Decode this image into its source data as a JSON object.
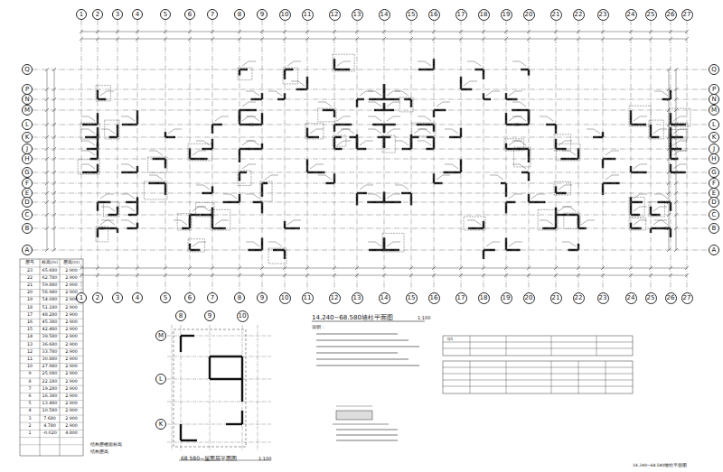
{
  "diagram": {
    "nodes": [
      {
        "text": [
          "1"
        ]
      },
      {
        "text": [
          "2"
        ]
      },
      {
        "text": [
          "3"
        ]
      },
      {
        "text": [
          "4"
        ]
      },
      {
        "text": [
          "5"
        ]
      },
      {
        "text": [
          "6"
        ]
      },
      {
        "text": [
          "7"
        ]
      },
      {
        "text": [
          "8"
        ]
      },
      {
        "text": [
          "9"
        ]
      },
      {
        "text": [
          "10"
        ]
      },
      {
        "text": [
          "11"
        ]
      },
      {
        "text": [
          "12"
        ]
      },
      {
        "text": [
          "13"
        ]
      },
      {
        "text": [
          "14"
        ]
      },
      {
        "text": [
          "15"
        ]
      },
      {
        "text": [
          "16"
        ]
      },
      {
        "text": [
          "17"
        ]
      },
      {
        "text": [
          "18"
        ]
      },
      {
        "text": [
          "19"
        ]
      },
      {
        "text": [
          "20"
        ]
      },
      {
        "text": [
          "21"
        ]
      },
      {
        "text": [
          "22"
        ]
      },
      {
        "text": [
          "23"
        ]
      },
      {
        "text": [
          "24"
        ]
      },
      {
        "text": [
          "25"
        ]
      },
      {
        "text": [
          "26"
        ]
      },
      {
        "text": [
          "27"
        ]
      },
      {
        "text": [
          "1"
        ]
      },
      {
        "text": [
          "2"
        ]
      },
      {
        "text": [
          "3"
        ]
      },
      {
        "text": [
          "4"
        ]
      },
      {
        "text": [
          "5"
        ]
      },
      {
        "text": [
          "6"
        ]
      },
      {
        "text": [
          "7"
        ]
      },
      {
        "text": [
          "8"
        ]
      },
      {
        "text": [
          "9"
        ]
      },
      {
        "text": [
          "10"
        ]
      },
      {
        "text": [
          "11"
        ]
      },
      {
        "text": [
          "12"
        ]
      },
      {
        "text": [
          "13"
        ]
      },
      {
        "text": [
          "14"
        ]
      },
      {
        "text": [
          "15"
        ]
      },
      {
        "text": [
          "16"
        ]
      },
      {
        "text": [
          "17"
        ]
      },
      {
        "text": [
          "18"
        ]
      },
      {
        "text": [
          "19"
        ]
      },
      {
        "text": [
          "20"
        ]
      },
      {
        "text": [
          "21"
        ]
      },
      {
        "text": [
          "22"
        ]
      },
      {
        "text": [
          "23"
        ]
      },
      {
        "text": [
          "24"
        ]
      },
      {
        "text": [
          "25"
        ]
      },
      {
        "text": [
          "26"
        ]
      },
      {
        "text": [
          "27"
        ]
      },
      {
        "text": [
          "Q"
        ]
      },
      {
        "text": [
          "P"
        ]
      },
      {
        "text": [
          "N"
        ]
      },
      {
        "text": [
          "M"
        ]
      },
      {
        "text": [
          "L"
        ]
      },
      {
        "text": [
          "K"
        ]
      },
      {
        "text": [
          "J"
        ]
      },
      {
        "text": [
          "H"
        ]
      },
      {
        "text": [
          "G"
        ]
      },
      {
        "text": [
          "F"
        ]
      },
      {
        "text": [
          "E"
        ]
      },
      {
        "text": [
          "D"
        ]
      },
      {
        "text": [
          "C"
        ]
      },
      {
        "text": [
          "B"
        ]
      },
      {
        "text": [
          "A"
        ]
      },
      {
        "text": [
          "Q"
        ]
      },
      {
        "text": [
          "P"
        ]
      },
      {
        "text": [
          "N"
        ]
      },
      {
        "text": [
          "M"
        ]
      },
      {
        "text": [
          "L"
        ]
      },
      {
        "text": [
          "K"
        ]
      },
      {
        "text": [
          "J"
        ]
      },
      {
        "text": [
          "H"
        ]
      },
      {
        "text": [
          "G"
        ]
      },
      {
        "text": [
          "F"
        ]
      },
      {
        "text": [
          "E"
        ]
      },
      {
        "text": [
          "D"
        ]
      },
      {
        "text": [
          "C"
        ]
      },
      {
        "text": [
          "B"
        ]
      },
      {
        "text": [
          "A"
        ]
      },
      {
        "text": [
          "8"
        ]
      },
      {
        "text": [
          "9"
        ]
      },
      {
        "text": [
          "10"
        ]
      },
      {
        "text": [
          "M"
        ]
      },
      {
        "text": [
          "L"
        ]
      },
      {
        "text": [
          "K"
        ]
      }
    ],
    "edges": [
      {
        "from": 0,
        "to": 27,
        "arrow": "none"
      },
      {
        "from": 1,
        "to": 28,
        "arrow": "none"
      },
      {
        "from": 2,
        "to": 29,
        "arrow": "none"
      },
      {
        "from": 3,
        "to": 30,
        "arrow": "none"
      },
      {
        "from": 4,
        "to": 31,
        "arrow": "none"
      },
      {
        "from": 5,
        "to": 32,
        "arrow": "none"
      },
      {
        "from": 6,
        "to": 33,
        "arrow": "none"
      },
      {
        "from": 7,
        "to": 34,
        "arrow": "none"
      },
      {
        "from": 8,
        "to": 35,
        "arrow": "none"
      },
      {
        "from": 9,
        "to": 36,
        "arrow": "none"
      },
      {
        "from": 10,
        "to": 37,
        "arrow": "none"
      },
      {
        "from": 11,
        "to": 38,
        "arrow": "none"
      },
      {
        "from": 12,
        "to": 39,
        "arrow": "none"
      },
      {
        "from": 13,
        "to": 40,
        "arrow": "none"
      },
      {
        "from": 14,
        "to": 41,
        "arrow": "none"
      },
      {
        "from": 15,
        "to": 42,
        "arrow": "none"
      },
      {
        "from": 16,
        "to": 43,
        "arrow": "none"
      },
      {
        "from": 17,
        "to": 44,
        "arrow": "none"
      },
      {
        "from": 18,
        "to": 45,
        "arrow": "none"
      },
      {
        "from": 19,
        "to": 46,
        "arrow": "none"
      },
      {
        "from": 20,
        "to": 47,
        "arrow": "none"
      },
      {
        "from": 21,
        "to": 48,
        "arrow": "none"
      },
      {
        "from": 22,
        "to": 49,
        "arrow": "none"
      },
      {
        "from": 23,
        "to": 50,
        "arrow": "none"
      },
      {
        "from": 24,
        "to": 51,
        "arrow": "none"
      },
      {
        "from": 25,
        "to": 52,
        "arrow": "none"
      },
      {
        "from": 26,
        "to": 53,
        "arrow": "none"
      },
      {
        "from": 54,
        "to": 69,
        "arrow": "none"
      },
      {
        "from": 55,
        "to": 70,
        "arrow": "none"
      },
      {
        "from": 56,
        "to": 71,
        "arrow": "none"
      },
      {
        "from": 57,
        "to": 72,
        "arrow": "none"
      },
      {
        "from": 58,
        "to": 73,
        "arrow": "none"
      },
      {
        "from": 59,
        "to": 74,
        "arrow": "none"
      },
      {
        "from": 60,
        "to": 75,
        "arrow": "none"
      },
      {
        "from": 61,
        "to": 76,
        "arrow": "none"
      },
      {
        "from": 62,
        "to": 77,
        "arrow": "none"
      },
      {
        "from": 63,
        "to": 78,
        "arrow": "none"
      },
      {
        "from": 64,
        "to": 79,
        "arrow": "none"
      },
      {
        "from": 65,
        "to": 80,
        "arrow": "none"
      },
      {
        "from": 66,
        "to": 81,
        "arrow": "none"
      },
      {
        "from": 67,
        "to": 82,
        "arrow": "none"
      },
      {
        "from": 68,
        "to": 83,
        "arrow": "none"
      }
    ],
    "labels": [
      "14.240~68.580墙柱平面图",
      "1:100",
      "说明：",
      "68.580~屋面层平面图",
      "1:100",
      "14.240~68.580墙柱平面图",
      "层号",
      "标高(m)",
      "层高(m)",
      "23",
      "65.680",
      "2.900",
      "22",
      "62.780",
      "2.900",
      "21",
      "59.880",
      "2.900",
      "20",
      "56.980",
      "2.900",
      "19",
      "54.080",
      "2.900",
      "18",
      "51.180",
      "2.900",
      "17",
      "48.280",
      "2.900",
      "16",
      "45.380",
      "2.900",
      "15",
      "42.480",
      "2.900",
      "14",
      "39.580",
      "2.900",
      "13",
      "36.680",
      "2.900",
      "12",
      "33.780",
      "2.900",
      "11",
      "30.880",
      "2.900",
      "10",
      "27.980",
      "2.900",
      "9",
      "25.080",
      "2.900",
      "8",
      "22.180",
      "2.900",
      "7",
      "19.280",
      "2.900",
      "6",
      "16.380",
      "2.900",
      "5",
      "13.480",
      "2.900",
      "4",
      "10.580",
      "2.900",
      "3",
      "7.680",
      "2.900",
      "2",
      "4.780",
      "2.900",
      "1",
      "-0.020",
      "4.800",
      "结构层楼面标高",
      "结构层高",
      "Q1"
    ]
  }
}
